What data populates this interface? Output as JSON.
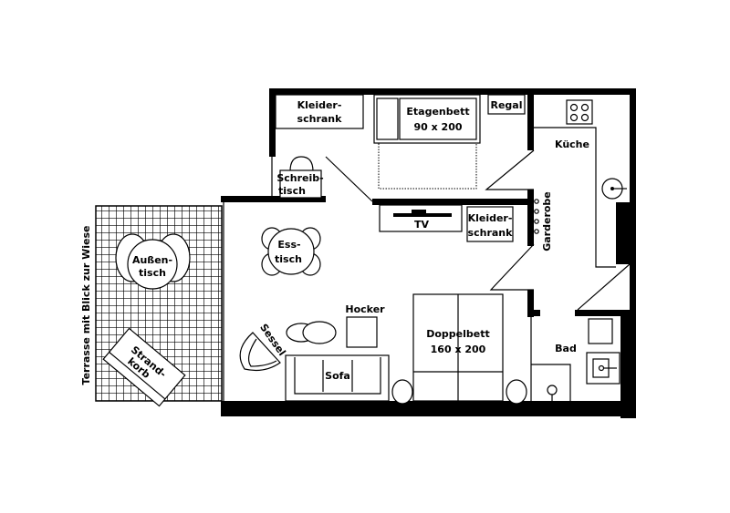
{
  "title": "Grundriss Ferienwohnung",
  "colors": {
    "wall": "#000000",
    "background": "#ffffff"
  },
  "rooms": {
    "terrace": "Terrasse mit Blick zur Wiese",
    "kitchen": "Küche",
    "bath": "Bad",
    "wardrobe_area": "Garderobe"
  },
  "furniture": {
    "wardrobe_top": [
      "Kleider-",
      "schrank"
    ],
    "bunk_bed": [
      "Etagenbett",
      "90 x 200"
    ],
    "shelf": "Regal",
    "desk": [
      "Schreib-",
      "tisch"
    ],
    "tv": "TV",
    "wardrobe_mid": [
      "Kleider-",
      "schrank"
    ],
    "dining_table": [
      "Ess-",
      "tisch"
    ],
    "outdoor_table": [
      "Außen-",
      "tisch"
    ],
    "beach_chair": [
      "Strand-",
      "korb"
    ],
    "stool": "Hocker",
    "armchair": "Sessel",
    "sofa": "Sofa",
    "double_bed": [
      "Doppelbett",
      "160 x 200"
    ]
  }
}
